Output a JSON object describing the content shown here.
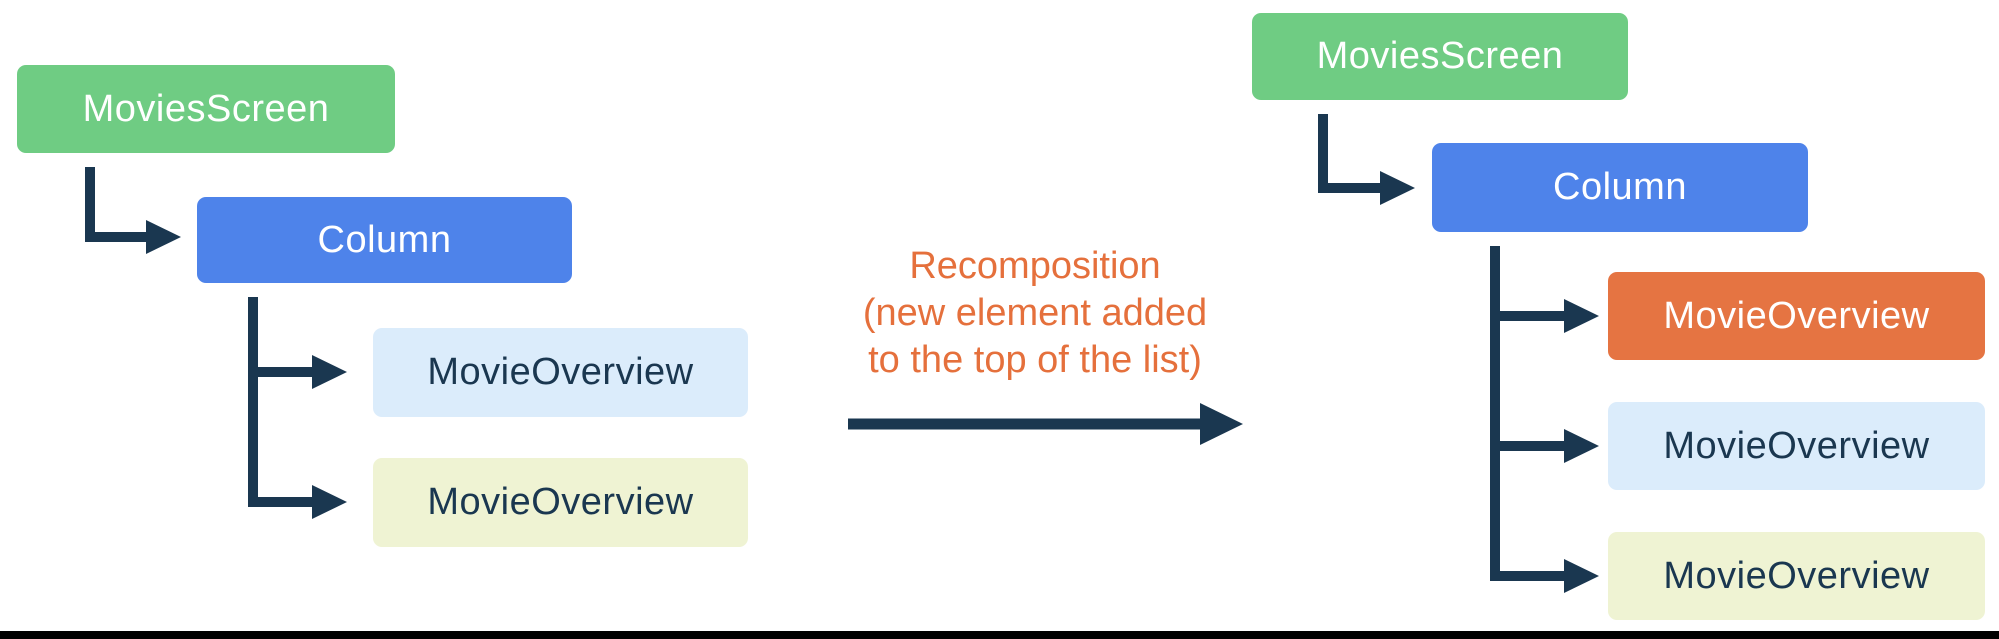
{
  "diagram": {
    "title": "Recomposition tree diagram",
    "left_tree": {
      "nodes": [
        {
          "label": "MoviesScreen",
          "color_role": "green"
        },
        {
          "label": "Column",
          "color_role": "blue"
        },
        {
          "label": "MovieOverview",
          "color_role": "light_blue"
        },
        {
          "label": "MovieOverview",
          "color_role": "light_yellow"
        }
      ]
    },
    "right_tree": {
      "nodes": [
        {
          "label": "MoviesScreen",
          "color_role": "green"
        },
        {
          "label": "Column",
          "color_role": "blue"
        },
        {
          "label": "MovieOverview",
          "color_role": "orange",
          "new_element": true
        },
        {
          "label": "MovieOverview",
          "color_role": "light_blue"
        },
        {
          "label": "MovieOverview",
          "color_role": "light_yellow"
        }
      ]
    },
    "annotation": {
      "lines": [
        "Recomposition",
        "(new element added",
        "to the top of the list)"
      ]
    },
    "colors": {
      "node_green": "#6fcc83",
      "node_blue": "#4e83ea",
      "node_orange": "#e57442",
      "node_light_blue": "#dbecfb",
      "node_light_yellow": "#eff3d3",
      "connector_navy": "#1a3750",
      "annotation_orange": "#e5703c",
      "bottom_bar": "#000000"
    }
  }
}
